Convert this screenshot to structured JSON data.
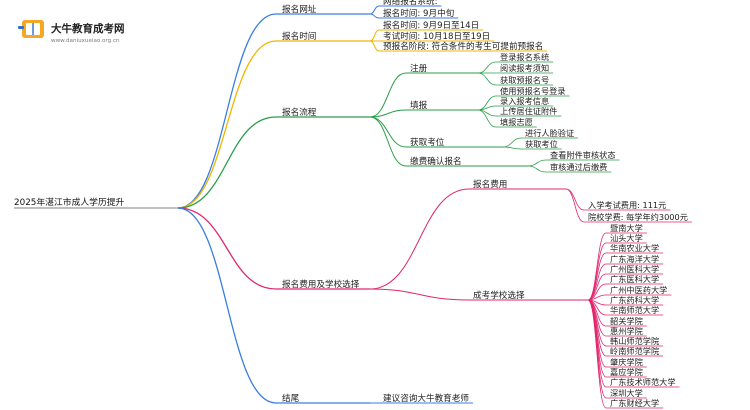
{
  "logo": {
    "title": "大牛教育成考网",
    "url": "www.daniuxueiao.org.cn",
    "colors": {
      "orange": "#f5a623",
      "blue": "#2d6fd0"
    }
  },
  "mindmap": {
    "root": "2025年湛江市成人学历提升",
    "branch_colors": [
      "#3a7de0",
      "#f0b400",
      "#2a9d4a",
      "#e0266e",
      "#3a7de0"
    ],
    "branches": [
      {
        "label": "报名网址",
        "children": [
          {
            "label": "网络报名系统:"
          },
          {
            "label": "报名时间: 9月中旬"
          }
        ]
      },
      {
        "label": "报名时间",
        "children": [
          {
            "label": "报名时间: 9月9日至14日"
          },
          {
            "label": "考试时间: 10月18日至19日"
          },
          {
            "label": "预报名阶段: 符合条件的考生可提前预报名"
          }
        ]
      },
      {
        "label": "报名流程",
        "children": [
          {
            "label": "注册",
            "children": [
              "登录报名系统",
              "阅读报考须知",
              "获取预报名号"
            ]
          },
          {
            "label": "填报",
            "children": [
              "使用预报名号登录",
              "录入报考信息",
              "上传居住证附件",
              "填报志愿"
            ]
          },
          {
            "label": "获取考位",
            "children": [
              "进行人脸验证",
              "获取考位"
            ]
          },
          {
            "label": "缴费确认报名",
            "children": [
              "查看附件审核状态",
              "审核通过后缴费"
            ]
          }
        ]
      },
      {
        "label": "报名费用及学校选择",
        "children": [
          {
            "label": "报名费用",
            "children": [
              "入学考试费用: 111元",
              "院校学费: 每学年约3000元"
            ]
          },
          {
            "label": "成考学校选择",
            "children": [
              "暨南大学",
              "汕头大学",
              "华南农业大学",
              "广东海洋大学",
              "广州医科大学",
              "广东医科大学",
              "广州中医药大学",
              "广东药科大学",
              "华南师范大学",
              "韶关学院",
              "惠州学院",
              "韩山师范学院",
              "岭南师范学院",
              "肇庆学院",
              "嘉应学院",
              "广东技术师范大学",
              "深圳大学",
              "广东财经大学"
            ]
          }
        ]
      },
      {
        "label": "结尾",
        "children": [
          {
            "label": "建议咨询大牛教育老师"
          }
        ]
      }
    ]
  }
}
